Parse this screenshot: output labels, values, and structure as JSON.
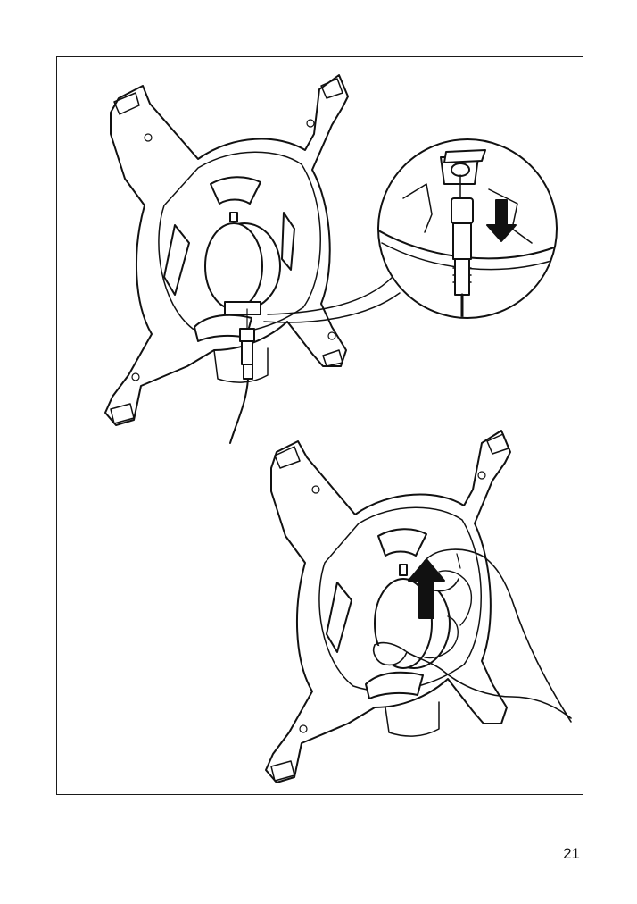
{
  "page": {
    "number": "21"
  },
  "illustration": {
    "steps": [
      {
        "name": "plug-cable-into-hub",
        "arrow_direction": "down"
      },
      {
        "name": "slide-cover-up",
        "arrow_direction": "up"
      }
    ],
    "colors": {
      "line": "#111111",
      "fill": "#ffffff",
      "arrow": "#111111"
    },
    "icons": [
      "mounting-plate",
      "cable-connector",
      "arrow-down-icon",
      "arrow-up-icon",
      "hand"
    ]
  }
}
